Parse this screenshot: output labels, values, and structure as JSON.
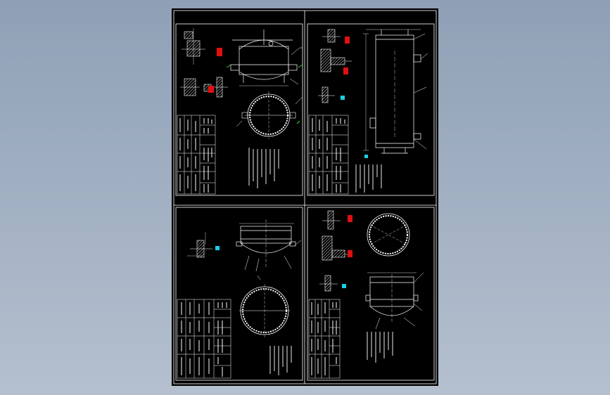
{
  "viewer": {
    "background_top": "#8fa0b6",
    "background_bottom": "#b4c0cf"
  },
  "drawing": {
    "sheet_color": "#000000",
    "line_color": "#ffffff",
    "section_marker_color": "#e01010",
    "dimension_marker_color": "#19d0e0",
    "note_marker_color": "#2fd02f",
    "hatch_color": "#d8d8d8",
    "panels": [
      {
        "name": "panel-top-left",
        "content": "vessel-with-flanged-nozzles"
      },
      {
        "name": "panel-top-right",
        "content": "tall-column-vessel"
      },
      {
        "name": "panel-bottom-left",
        "content": "dished-head-vessel"
      },
      {
        "name": "panel-bottom-right",
        "content": "jacketed-vessel"
      }
    ]
  }
}
